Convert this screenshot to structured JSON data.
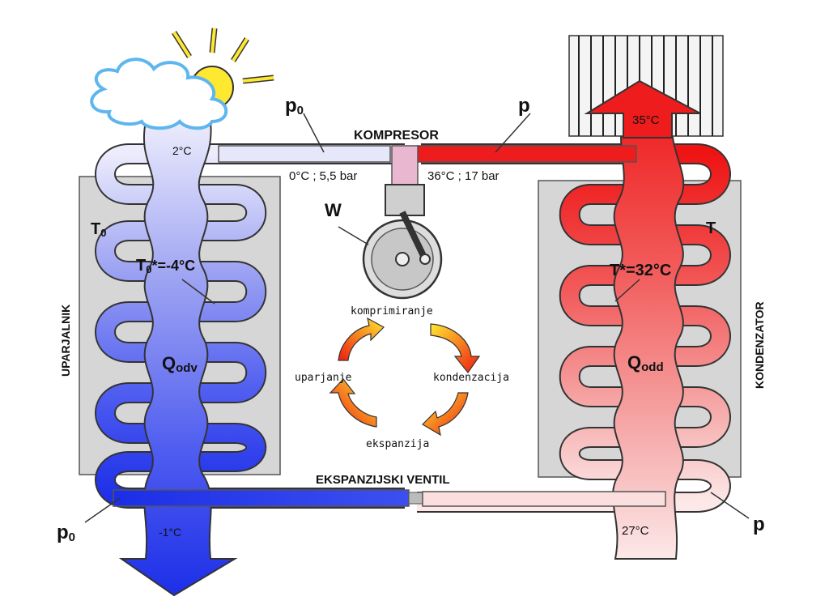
{
  "left_unit": {
    "name": "UPARJALNIK",
    "t_symbol": "T",
    "t_sub": "0",
    "tstar": "*=-4°C",
    "q_main": "Q",
    "q_sub": "odv",
    "temp_in": "2°C",
    "temp_out": "-1°C",
    "p_main": "p",
    "p_sub": "0"
  },
  "right_unit": {
    "name": "KONDENZATOR",
    "t_symbol": "T",
    "tstar": "T*=32°C",
    "q_main": "Q",
    "q_sub": "odd",
    "temp_out": "35°C",
    "temp_in": "27°C",
    "p_label": "p"
  },
  "top": {
    "kompresor": "KOMPRESOR",
    "po_main": "p",
    "po_sub": "0",
    "p_right": "p",
    "suction_state": "0°C ; 5,5 bar",
    "discharge_state": "36°C ; 17 bar",
    "work": "W"
  },
  "bottom": {
    "ventil": "EKSPANZIJSKI VENTIL"
  },
  "cycle": {
    "top": "komprimiranje",
    "right": "kondenzacija",
    "bottom": "ekspanzija",
    "left": "uparjanje"
  },
  "colors": {
    "cold": "#2b3ef0",
    "cold_light": "#dcdcfb",
    "hot": "#ee1c1c",
    "hot_light": "#fbdede",
    "box": "#d6d6d6"
  }
}
